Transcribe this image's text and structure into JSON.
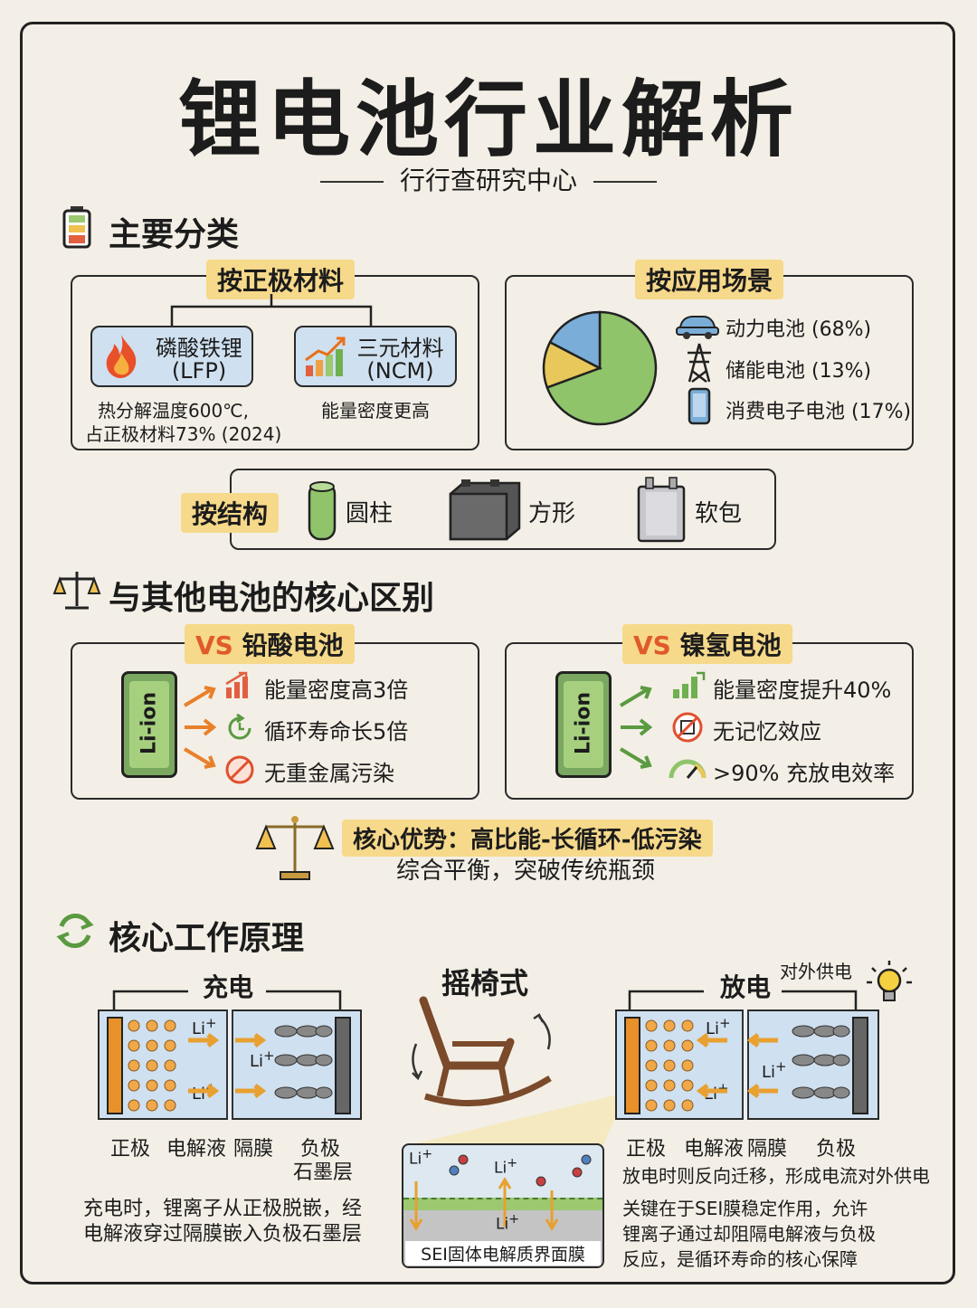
{
  "title": "锂电池行业解析",
  "subtitle": "行行查研究中心",
  "classification": {
    "heading": "主要分类",
    "by_cathode": {
      "tag": "按正极材料",
      "lfp_name": "磷酸铁锂",
      "lfp_code": "(LFP)",
      "lfp_note1": "热分解温度600℃,",
      "lfp_note2": "占正极材料73% (2024)",
      "ncm_name": "三元材料",
      "ncm_code": "(NCM)",
      "ncm_note": "能量密度更高"
    },
    "by_application": {
      "tag": "按应用场景",
      "items": [
        {
          "label": "动力电池 (68%)",
          "icon": "car-icon"
        },
        {
          "label": "储能电池 (13%)",
          "icon": "power-tower-icon"
        },
        {
          "label": "消费电子电池 (17%)",
          "icon": "phone-icon"
        }
      ],
      "pie": [
        {
          "name": "动力电池",
          "value": 68,
          "color": "#8fc46a"
        },
        {
          "name": "储能电池",
          "value": 13,
          "color": "#e8c85a"
        },
        {
          "name": "消费电子电池",
          "value": 17,
          "color": "#7aaed8"
        }
      ]
    },
    "by_structure": {
      "tag": "按结构",
      "items": [
        "圆柱",
        "方形",
        "软包"
      ]
    }
  },
  "comparison": {
    "heading": "与其他电池的核心区别",
    "battery_label": "Li-ion",
    "lead_acid": {
      "vs": "VS",
      "name": "铅酸电池",
      "points": [
        "能量密度高3倍",
        "循环寿命长5倍",
        "无重金属污染"
      ]
    },
    "nimh": {
      "vs": "VS",
      "name": "镍氢电池",
      "points": [
        "能量密度提升40%",
        "无记忆效应",
        ">90% 充放电效率"
      ]
    },
    "advantage": "核心优势：高比能-长循环-低污染",
    "advantage_sub": "综合平衡，突破传统瓶颈"
  },
  "principle": {
    "heading": "核心工作原理",
    "charge_label": "充电",
    "discharge_label": "放电",
    "rocking_label": "摇椅式",
    "external_power": "对外供电",
    "ion": "Li",
    "ion_sup": "+",
    "charge_parts": [
      "正极",
      "电解液",
      "隔膜",
      "负极"
    ],
    "charge_graphite": "石墨层",
    "discharge_parts": [
      "正极",
      "电解液",
      "隔膜",
      "负极"
    ],
    "charge_desc1": "充电时，锂离子从正极脱嵌，经",
    "charge_desc2": "电解液穿过隔膜嵌入负极石墨层",
    "discharge_desc": "放电时则反向迁移，形成电流对外供电",
    "sei_desc1": "关键在于SEI膜稳定作用，允许",
    "sei_desc2": "锂离子通过却阻隔电解液与负极",
    "sei_desc3": "反应，是循环寿命的核心保障",
    "sei_label": "SEI固体电解质界面膜"
  }
}
